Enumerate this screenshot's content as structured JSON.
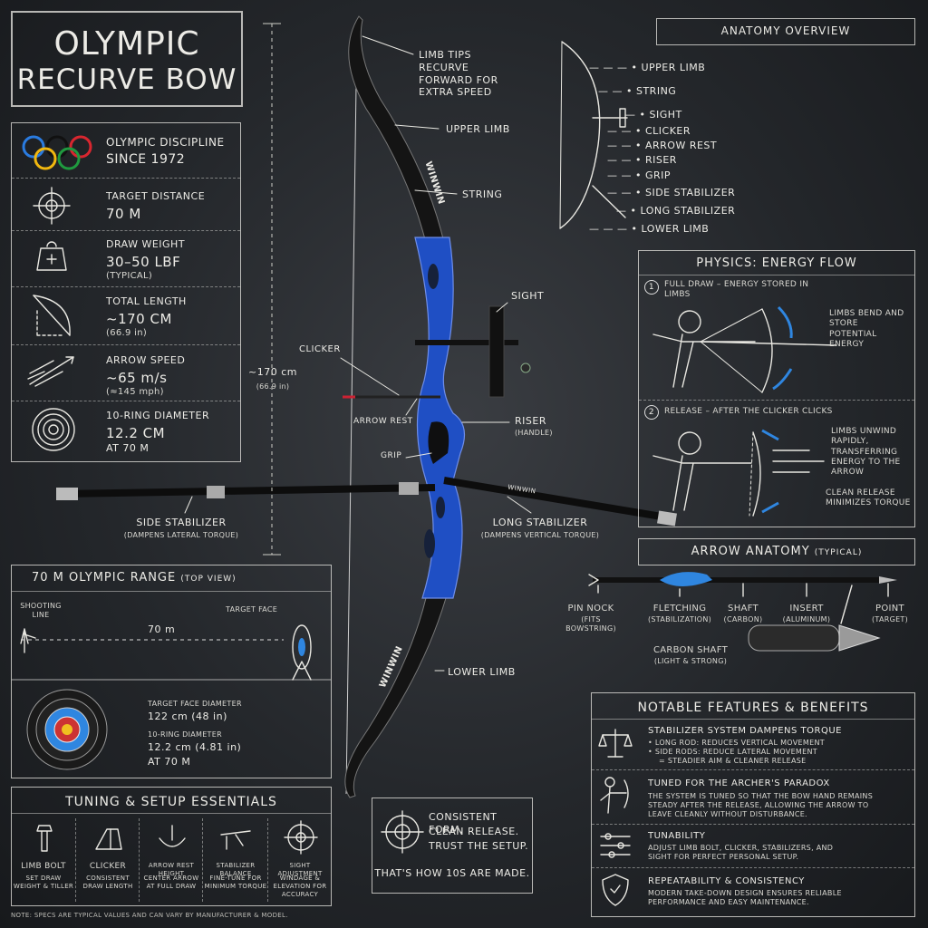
{
  "title": {
    "line1": "Olympic",
    "line2": "Recurve Bow"
  },
  "specs": [
    {
      "icon": "olympic-rings-icon",
      "label": "Olympic Discipline",
      "value": "Since 1972",
      "sub": ""
    },
    {
      "icon": "target-crosshair-icon",
      "label": "Target Distance",
      "value": "70 m",
      "sub": ""
    },
    {
      "icon": "weight-icon",
      "label": "Draw Weight",
      "value": "30–50 lbf",
      "sub": "(Typical)"
    },
    {
      "icon": "bow-length-icon",
      "label": "Total Length",
      "value": "~170 cm",
      "sub": "(66.9 in)"
    },
    {
      "icon": "arrow-speed-icon",
      "label": "Arrow Speed",
      "value": "~65 m/s",
      "sub": "(≈145 mph)"
    },
    {
      "icon": "ten-ring-icon",
      "label": "10-Ring Diameter",
      "value": "12.2 cm",
      "sub": "At 70 m"
    }
  ],
  "bow_callouts": {
    "limb_tips": "Limb tips recurve forward for extra speed",
    "upper_limb": "Upper Limb",
    "string": "String",
    "sight": "Sight",
    "clicker": "Clicker",
    "arrow_rest": "Arrow Rest",
    "riser": "Riser",
    "riser_sub": "(Handle)",
    "grip": "Grip",
    "length": "~170 cm",
    "length_sub": "(66.9 in)",
    "side_stabilizer": "Side Stabilizer",
    "side_stabilizer_sub": "(Dampens lateral torque)",
    "long_stabilizer": "Long Stabilizer",
    "long_stabilizer_sub": "(Dampens vertical torque)",
    "lower_limb": "Lower Limb",
    "limb_brand": "WINWIN",
    "long_rod_brand": "WINWIN"
  },
  "anatomy": {
    "title": "Anatomy Overview",
    "items": [
      "Upper Limb",
      "String",
      "Sight",
      "Clicker",
      "Arrow Rest",
      "Riser",
      "Grip",
      "Side Stabilizer",
      "Long Stabilizer",
      "Lower Limb"
    ]
  },
  "physics": {
    "title": "Physics: Energy Flow",
    "step1_num": "1",
    "step1": "Full draw – energy stored in limbs",
    "step1_note": "Limbs bend and store potential energy",
    "step2_num": "2",
    "step2": "Release – after the clicker clicks",
    "step2_note": "Limbs unwind rapidly, transferring energy to the arrow",
    "step2_note2": "Clean release minimizes torque"
  },
  "arrow": {
    "title": "Arrow Anatomy",
    "title_sub": "(Typical)",
    "parts": [
      {
        "name": "Pin Nock",
        "sub": "(Fits bowstring)"
      },
      {
        "name": "Fletching",
        "sub": "(Stabilization)"
      },
      {
        "name": "Shaft",
        "sub": "(Carbon)"
      },
      {
        "name": "Insert",
        "sub": "(Aluminum)"
      },
      {
        "name": "Point",
        "sub": "(Target)"
      }
    ],
    "detail": "Carbon Shaft",
    "detail_sub": "(Light & Strong)"
  },
  "range": {
    "title": "70 m Olympic Range",
    "title_sub": "(Top View)",
    "shooting_line": "Shooting line",
    "target_face": "Target Face",
    "distance": "70 m",
    "face_diam_label": "Target face diameter",
    "face_diam_value": "122 cm (48 in)",
    "ring_label": "10-Ring Diameter",
    "ring_value": "12.2 cm (4.81 in)",
    "ring_at": "At 70 m"
  },
  "tuning": {
    "title": "Tuning & Setup Essentials",
    "items": [
      {
        "icon": "limb-bolt-icon",
        "name": "Limb Bolt",
        "desc": "Set draw weight & tiller"
      },
      {
        "icon": "clicker-icon",
        "name": "Clicker",
        "desc": "Consistent draw length"
      },
      {
        "icon": "arrow-rest-icon",
        "name": "Arrow Rest Height",
        "desc": "Center arrow at full draw"
      },
      {
        "icon": "stabilizer-balance-icon",
        "name": "Stabilizer Balance",
        "desc": "Fine-tune for minimum torque"
      },
      {
        "icon": "sight-adjust-icon",
        "name": "Sight Adjustment",
        "desc": "Windage & elevation for accuracy"
      }
    ]
  },
  "motto": {
    "line1": "Consistent form.",
    "line2": "Clean release.",
    "line3": "Trust the setup.",
    "tagline": "That's how 10s are made."
  },
  "features": {
    "title": "Notable Features & Benefits",
    "items": [
      {
        "icon": "balance-scale-icon",
        "name": "Stabilizer system dampens torque",
        "lines": [
          "• Long rod: Reduces vertical movement",
          "• Side rods: Reduce lateral movement",
          "= Steadier aim & cleaner release"
        ]
      },
      {
        "icon": "archer-icon",
        "name": "Tuned for the archer's paradox",
        "lines": [
          "The system is tuned so that the bow hand remains",
          "steady after the release, allowing the arrow to",
          "leave cleanly without disturbance."
        ]
      },
      {
        "icon": "sliders-icon",
        "name": "Tunability",
        "lines": [
          "Adjust limb bolt, clicker, stabilizers, and",
          "sight for perfect personal setup."
        ]
      },
      {
        "icon": "shield-icon",
        "name": "Repeatability & Consistency",
        "lines": [
          "Modern take-down design ensures reliable",
          "performance and easy maintenance."
        ]
      }
    ]
  },
  "note": "Note: Specs are typical values and can vary by manufacturer & model.",
  "colors": {
    "riser": "#1f4fc4",
    "fletching": "#2f86e0",
    "chalk": "#ecebe6",
    "background": "#24272b"
  }
}
